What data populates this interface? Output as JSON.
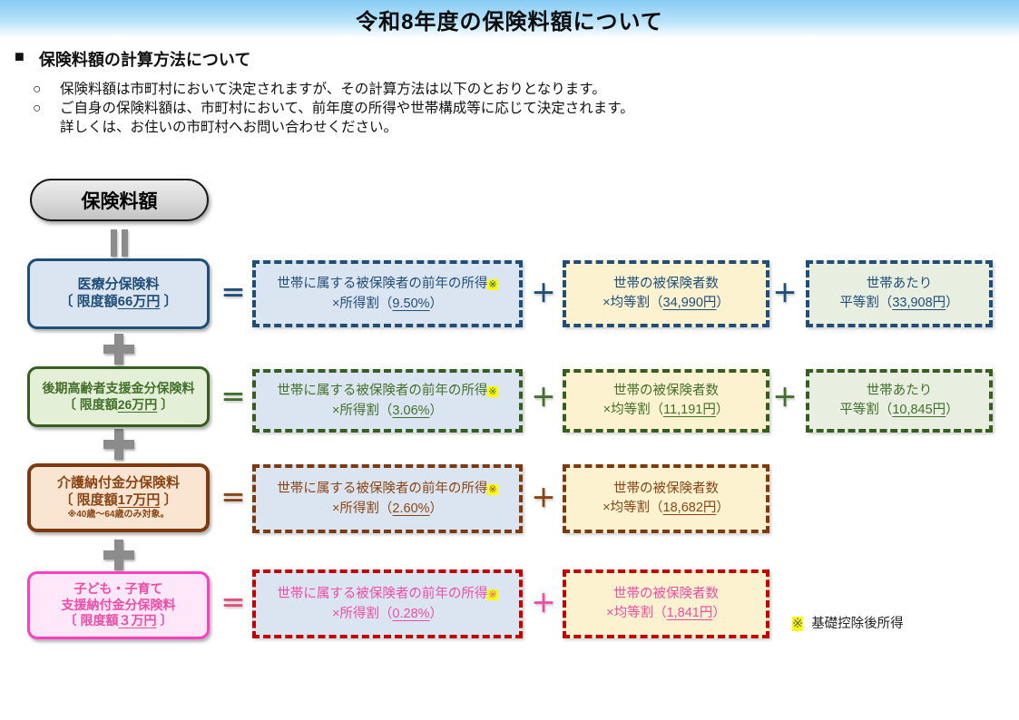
{
  "palette": {
    "banner_blue": "#87ccf4",
    "row1_navy": "#1f4e79",
    "row2_green": "#355e20",
    "row3_brown": "#7d3a0f",
    "row4_red_dash": "#c00000",
    "row4_pink": "#ee4da5",
    "pink_box_border": "#ff3fc1",
    "fill_blue": "#dbe5f1",
    "fill_cream": "#fcf2cf",
    "fill_green": "#e8efe0",
    "fill_peach": "#fae5d2",
    "highlight_yellow": "#ffff00",
    "gray_operator": "#8c8c8c"
  },
  "banner": {
    "title": "令和8年度の保険料額について"
  },
  "section": {
    "marker": "■",
    "heading": "保険料額の計算方法について",
    "bullets": [
      {
        "marker": "○",
        "text": "保険料額は市町村において決定されますが、その計算方法は以下のとおりとなります。"
      },
      {
        "marker": "○",
        "text": "ご自身の保険料額は、市町村において、前年度の所得や世帯構成等に応じて決定されます。"
      },
      {
        "marker": "",
        "text": "詳しくは、お住いの市町村へお問い合わせください。"
      }
    ]
  },
  "diagram": {
    "total_label": "保険料額",
    "ops": {
      "equals": "＝",
      "plus": "＋"
    },
    "footnote": {
      "mark": "※",
      "text": "基礎控除後所得"
    },
    "rows": [
      {
        "title_line1": "医療分保険料",
        "limit_prefix": "〔 限度額",
        "limit_value": "66万円",
        "limit_suffix": " 〕",
        "income_text": "世帯に属する被保険者の前年の所得",
        "income_mark": "※",
        "income_prefix": "×所得割（",
        "income_rate": "9.50%",
        "paren_close": "）",
        "capita_text": "世帯の被保険者数",
        "capita_prefix": "×均等割（",
        "capita_value": "34,990円",
        "household_text": "世帯あたり",
        "household_prefix": "平等割（",
        "household_value": "33,908円"
      },
      {
        "title_line1": "後期高齢者支援金分保険料",
        "limit_prefix": "〔 限度額",
        "limit_value": "26万円",
        "limit_suffix": " 〕",
        "income_text": "世帯に属する被保険者の前年の所得",
        "income_mark": "※",
        "income_prefix": "×所得割（",
        "income_rate": "3.06%",
        "paren_close": "）",
        "capita_text": "世帯の被保険者数",
        "capita_prefix": "×均等割（",
        "capita_value": "11,191円",
        "household_text": "世帯あたり",
        "household_prefix": "平等割（",
        "household_value": "10,845円"
      },
      {
        "title_line1": "介護納付金分保険料",
        "limit_prefix": "〔 限度額",
        "limit_value": "17万円",
        "limit_suffix": " 〕",
        "age_note": "※40歳～64歳のみ対象。",
        "income_text": "世帯に属する被保険者の前年の所得",
        "income_mark": "※",
        "income_prefix": "×所得割（",
        "income_rate": "2.60%",
        "paren_close": "）",
        "capita_text": "世帯の被保険者数",
        "capita_prefix": "×均等割（",
        "capita_value": "18,682円"
      },
      {
        "title_line1": "子ども・子育て",
        "title_line2": "支援納付金分保険料",
        "limit_prefix": "〔 限度額",
        "limit_value": "３万円",
        "limit_suffix": " 〕",
        "income_text": "世帯に属する被保険者の前年の所得",
        "income_mark": "※",
        "income_prefix": "×所得割（",
        "income_rate": "0.28%",
        "paren_close": "）",
        "capita_text": "世帯の被保険者数",
        "capita_prefix": "×均等割（",
        "capita_value": "1,841円"
      }
    ]
  }
}
